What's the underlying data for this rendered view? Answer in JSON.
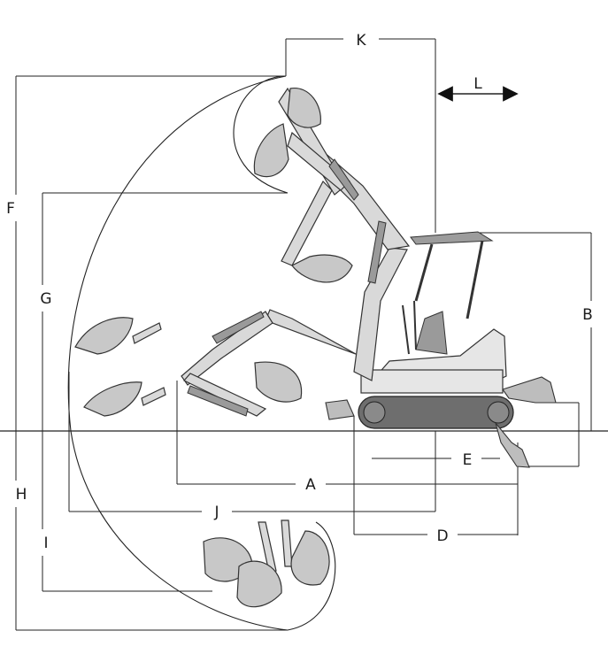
{
  "figure": {
    "labels": {
      "A": "A",
      "B": "B",
      "D": "D",
      "E": "E",
      "F": "F",
      "G": "G",
      "H": "H",
      "I": "I",
      "J": "J",
      "K": "K",
      "L": "L"
    },
    "colors": {
      "line": "#222222",
      "machine_light": "#d9d9d9",
      "machine_mid": "#9a9a9a",
      "track": "#6e6e6e"
    },
    "icons": [
      "excavator",
      "bucket",
      "dozer-blade",
      "double-arrow"
    ]
  }
}
